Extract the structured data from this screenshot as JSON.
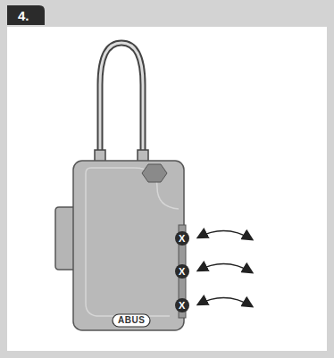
{
  "diagram": {
    "labels": [
      "4.",
      "X",
      "X",
      "X",
      "ABUS"
    ]
  }
}
